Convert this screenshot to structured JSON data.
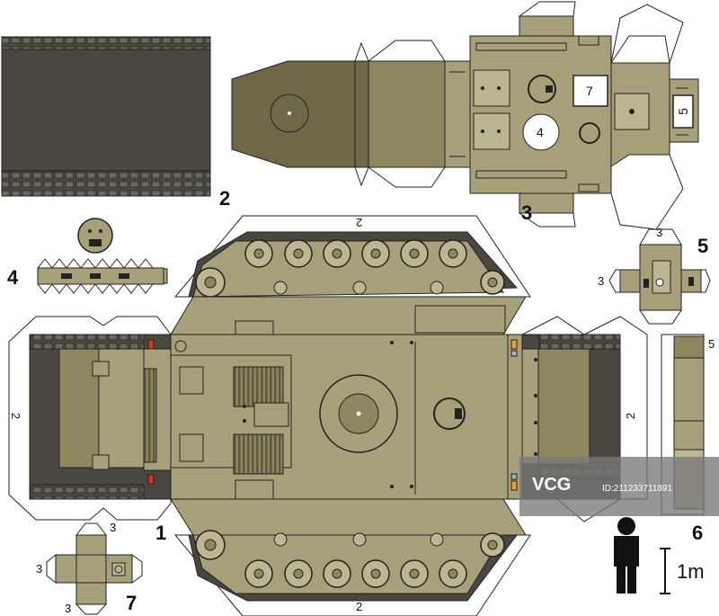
{
  "colors": {
    "khaki": "#a8a07a",
    "khaki_light": "#bdb693",
    "khaki_dark": "#8d865f",
    "olive_dark": "#6e6848",
    "track_dark": "#4a4640",
    "track_black": "#2e2b27",
    "outline": "#222222",
    "white": "#ffffff",
    "accent_red": "#d23a1f",
    "accent_orange": "#e8a23c",
    "accent_blue": "#9bb6c8"
  },
  "part_numbers": {
    "p1": "1",
    "p2": "2",
    "p3": "3",
    "p4": "4",
    "p5": "5",
    "p6": "6",
    "p7": "7"
  },
  "glue_labels": {
    "track_top": "2",
    "track_bottom": "2",
    "left_side": "2",
    "right_side": "2",
    "hatch_seven": "7",
    "hatch_four": "4",
    "box_five": "5",
    "part5_top": "3",
    "part5_left": "3",
    "strip_five": "5",
    "part7_top": "3",
    "part7_left": "3",
    "part7_bottom": "3"
  },
  "scale": {
    "label": "1m"
  },
  "watermark": {
    "logo": "VCG",
    "id": "ID:211233711891"
  }
}
